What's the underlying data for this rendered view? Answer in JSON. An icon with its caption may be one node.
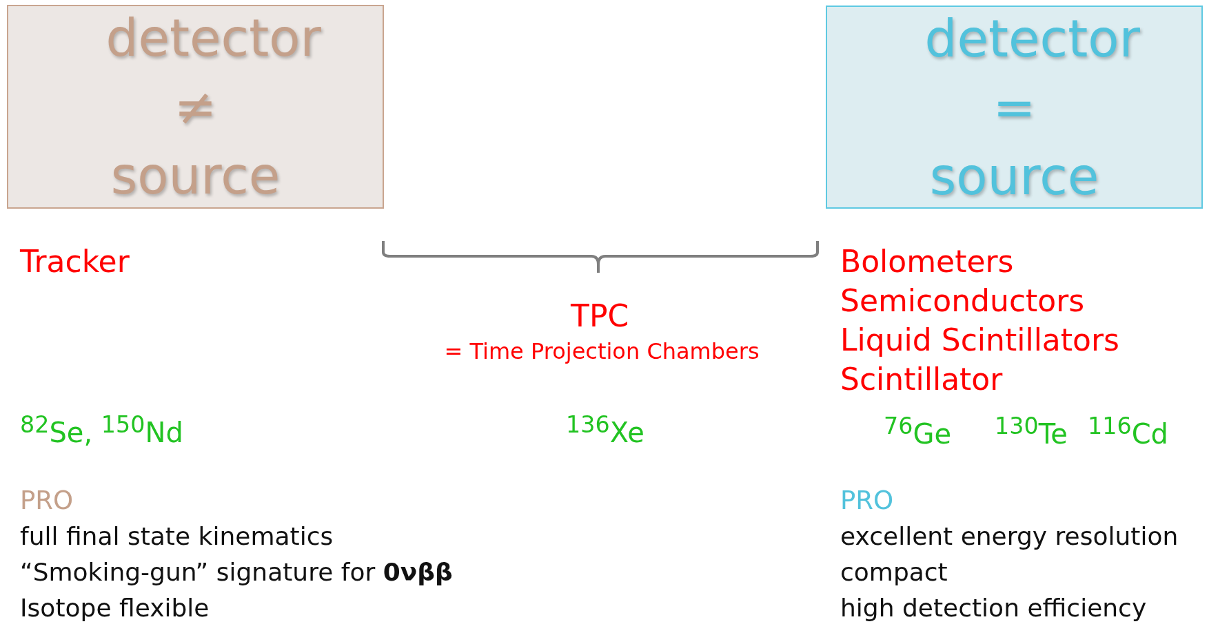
{
  "diagram": {
    "nodes": [
      {
        "text": [
          "detector ≠ source"
        ]
      },
      {
        "text": [
          "detector = source"
        ]
      }
    ],
    "labels": [
      "Tracker",
      "Bolometers",
      "Semiconductors",
      "TPC",
      "= Time Projection Chambers",
      "Liquid Scintillators",
      "Scintillator",
      "$^{82}$Se, $^{150}$Nd",
      "$^{136}$Xe",
      "$^{76}$Ge",
      "$^{130}$Te",
      "$^{116}$Cd",
      "PRO",
      "PRO",
      "full final state kinematics",
      "excellent energy resolution",
      "“Smoking-gun” signature for **0νββ**",
      "compact",
      "Isotope flexible",
      "high detection efficiency"
    ]
  }
}
